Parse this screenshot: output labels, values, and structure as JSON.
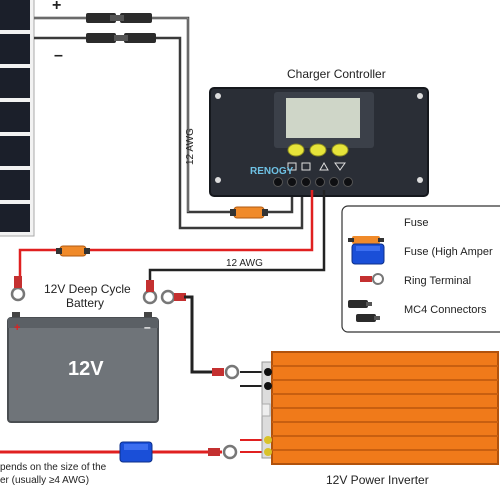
{
  "panel": {
    "plus_sign": "+",
    "minus_sign": "–"
  },
  "wires": {
    "gauge_vertical": "12 AWG",
    "gauge_horizontal": "12 AWG"
  },
  "controller": {
    "title": "Charger Controller",
    "brand": "RENOGY",
    "brand_color": "#6ec1e4",
    "button_color": "#e6e43a",
    "screen_color": "#cfd6c8"
  },
  "battery": {
    "title_line1": "12V Deep Cycle",
    "title_line2": "Battery",
    "voltage": "12V",
    "plus_sign": "+",
    "minus_sign": "–"
  },
  "inverter": {
    "label": "12V Power Inverter",
    "color": "#f07a1a"
  },
  "legend": {
    "items": [
      {
        "icon": "fuse-icon",
        "label": "Fuse"
      },
      {
        "icon": "high-amp-fuse-icon",
        "label": "Fuse (High Amper"
      },
      {
        "icon": "ring-terminal-icon",
        "label": "Ring Terminal"
      },
      {
        "icon": "mc4-connector-icon",
        "label": "MC4 Connectors"
      }
    ]
  },
  "note": {
    "line1": "pends on the size of the",
    "line2": "er (usually ≥4 AWG)"
  },
  "colors": {
    "positive_wire": "#e02020",
    "negative_wire": "#222222",
    "fuse": "#f08a2a",
    "high_amp_fuse": "#1a4fd8"
  }
}
